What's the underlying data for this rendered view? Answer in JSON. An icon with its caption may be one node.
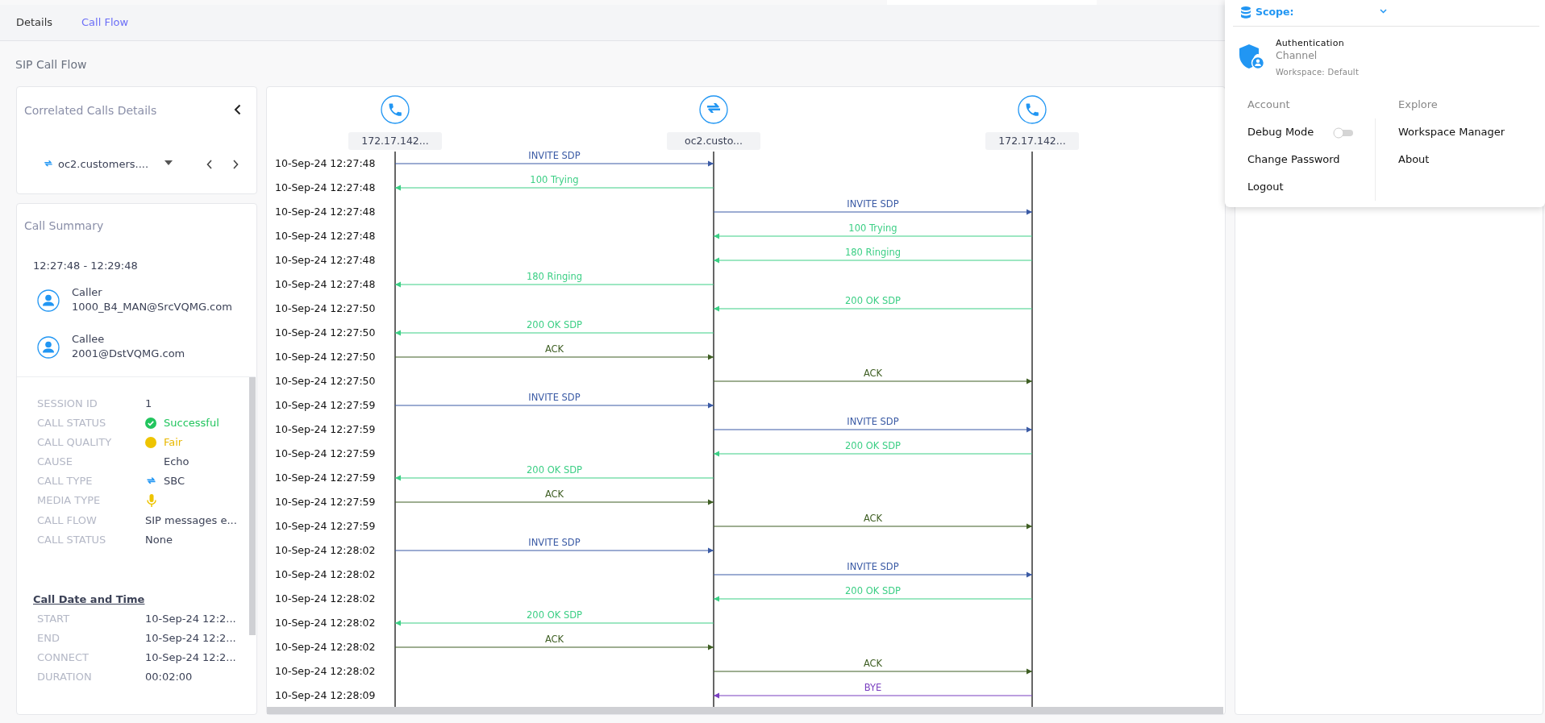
{
  "diagram": {
    "nodes": [
      {
        "text": [
          "172.17.142..."
        ]
      },
      {
        "text": [
          "oc2.custo..."
        ]
      },
      {
        "text": [
          "172.17.142..."
        ]
      }
    ],
    "edges": [
      {
        "from": 0,
        "to": 1,
        "arrow": "to",
        "label": "INVITE SDP",
        "color": "#3b5ba5"
      },
      {
        "from": 1,
        "to": 0,
        "arrow": "to",
        "label": "100 Trying"
      },
      {
        "from": 1,
        "to": 2,
        "arrow": "to",
        "label": "INVITE SDP",
        "color": "#3b5ba5"
      },
      {
        "from": 2,
        "to": 1,
        "arrow": "to",
        "label": "100 Trying"
      },
      {
        "from": 2,
        "to": 1,
        "arrow": "to",
        "label": "180 Ringing"
      },
      {
        "from": 1,
        "to": 0,
        "arrow": "to",
        "label": "180 Ringing"
      },
      {
        "from": 2,
        "to": 1,
        "arrow": "to",
        "label": "200 OK SDP"
      },
      {
        "from": 1,
        "to": 0,
        "arrow": "to",
        "label": "200 OK SDP"
      },
      {
        "from": 0,
        "to": 1,
        "arrow": "to",
        "label": "ACK",
        "color": "#3f5f24"
      },
      {
        "from": 1,
        "to": 2,
        "arrow": "to",
        "label": "ACK",
        "color": "#3f5f24"
      },
      {
        "from": 0,
        "to": 1,
        "arrow": "to",
        "label": "INVITE SDP",
        "color": "#3b5ba5"
      },
      {
        "from": 1,
        "to": 2,
        "arrow": "to",
        "label": "INVITE SDP",
        "color": "#3b5ba5"
      },
      {
        "from": 2,
        "to": 1,
        "arrow": "to",
        "label": "200 OK SDP"
      },
      {
        "from": 1,
        "to": 0,
        "arrow": "to",
        "label": "200 OK SDP"
      },
      {
        "from": 0,
        "to": 1,
        "arrow": "to",
        "label": "ACK",
        "color": "#3f5f24"
      },
      {
        "from": 1,
        "to": 2,
        "arrow": "to",
        "label": "ACK",
        "color": "#3f5f24"
      },
      {
        "from": 0,
        "to": 1,
        "arrow": "to",
        "label": "INVITE SDP",
        "color": "#3b5ba5"
      },
      {
        "from": 1,
        "to": 2,
        "arrow": "to",
        "label": "INVITE SDP",
        "color": "#3b5ba5"
      },
      {
        "from": 2,
        "to": 1,
        "arrow": "to",
        "label": "200 OK SDP"
      },
      {
        "from": 1,
        "to": 0,
        "arrow": "to",
        "label": "200 OK SDP"
      },
      {
        "from": 0,
        "to": 1,
        "arrow": "to",
        "label": "ACK",
        "color": "#3f5f24"
      },
      {
        "from": 1,
        "to": 2,
        "arrow": "to",
        "label": "ACK",
        "color": "#3f5f24"
      },
      {
        "from": 2,
        "to": 1,
        "arrow": "to",
        "label": "BYE",
        "color": "#7a3fc0"
      }
    ],
    "labels": [
      "Details",
      "Call Flow",
      "SIP Call Flow",
      "Correlated Calls Details",
      "oc2.customers....",
      "Call Summary",
      "12:27:48 - 12:29:48",
      "Caller",
      "1000_B4_MAN@SrcVQMG.com",
      "Callee",
      "2001@DstVQMG.com",
      "SESSION ID",
      "1",
      "CALL STATUS",
      "Successful",
      "CALL QUALITY",
      "Fair",
      "CAUSE",
      "Echo",
      "CALL TYPE",
      "SBC",
      "MEDIA TYPE",
      "CALL FLOW",
      "SIP messages e...",
      "CALL STATUS",
      "None",
      "Call Date and Time",
      "START",
      "10-Sep-24 12:2...",
      "END",
      "10-Sep-24 12:2...",
      "CONNECT",
      "10-Sep-24 12:2...",
      "DURATION",
      "00:02:00",
      "10-Sep-24 12:27:48",
      "10-Sep-24 12:27:48",
      "10-Sep-24 12:27:48",
      "10-Sep-24 12:27:48",
      "10-Sep-24 12:27:48",
      "10-Sep-24 12:27:48",
      "10-Sep-24 12:27:50",
      "10-Sep-24 12:27:50",
      "10-Sep-24 12:27:50",
      "10-Sep-24 12:27:50",
      "10-Sep-24 12:27:59",
      "10-Sep-24 12:27:59",
      "10-Sep-24 12:27:59",
      "10-Sep-24 12:27:59",
      "10-Sep-24 12:27:59",
      "10-Sep-24 12:27:59",
      "10-Sep-24 12:28:02",
      "10-Sep-24 12:28:02",
      "10-Sep-24 12:28:02",
      "10-Sep-24 12:28:02",
      "10-Sep-24 12:28:02",
      "10-Sep-24 12:28:02",
      "10-Sep-24 12:28:09",
      "Scope:",
      "Authentication",
      "Channel",
      "Workspace: Default",
      "Account",
      "Debug Mode",
      "Change Password",
      "Logout",
      "Explore",
      "Workspace Manager",
      "About"
    ]
  }
}
